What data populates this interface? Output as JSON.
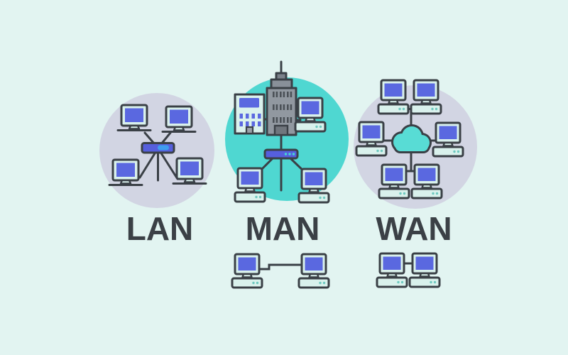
{
  "labels": {
    "lan": "LAN",
    "man": "MAN",
    "wan": "WAN"
  },
  "colors": {
    "background": "#e2f4f1",
    "circle_lavender": "#d2d5e3",
    "circle_teal": "#4fd7d1",
    "outline": "#3a4046",
    "screen_blue": "#5a68e0",
    "device_mint": "#d9f1ec",
    "device_dot": "#6fc9c0",
    "switch_blue": "#565fdd",
    "switch_light": "#3f9ef0",
    "switch_dot_teal": "#45d8d2",
    "cloud_teal": "#58dcd5",
    "building_body_gray": "#9198a0",
    "building_cap_gray": "#899099",
    "building_top_gray": "#7b818a",
    "building_window_dark": "#4b5157",
    "building_door_gray": "#70767d",
    "small_building_mint": "#daf2ed",
    "small_building_door": "#9aa0a8",
    "label_text": "#3b4046"
  },
  "icons": {
    "computer": "computer-icon",
    "monitor": "monitor-icon",
    "network_switch": "network-switch-icon",
    "cloud": "cloud-icon",
    "skyscraper": "skyscraper-icon",
    "office_building": "office-building-icon"
  },
  "groups": [
    {
      "label": "LAN",
      "devices": {
        "computers": 4,
        "switches": 1
      }
    },
    {
      "label": "MAN",
      "devices": {
        "computers": 3,
        "buildings": 2,
        "switches": 1
      }
    },
    {
      "label": "WAN",
      "devices": {
        "computers": 6,
        "clouds": 1
      }
    }
  ],
  "footer_pairs": [
    {
      "under": "MAN",
      "computers": 2,
      "linked": true
    },
    {
      "under": "WAN",
      "computers": 2,
      "linked": true
    }
  ]
}
